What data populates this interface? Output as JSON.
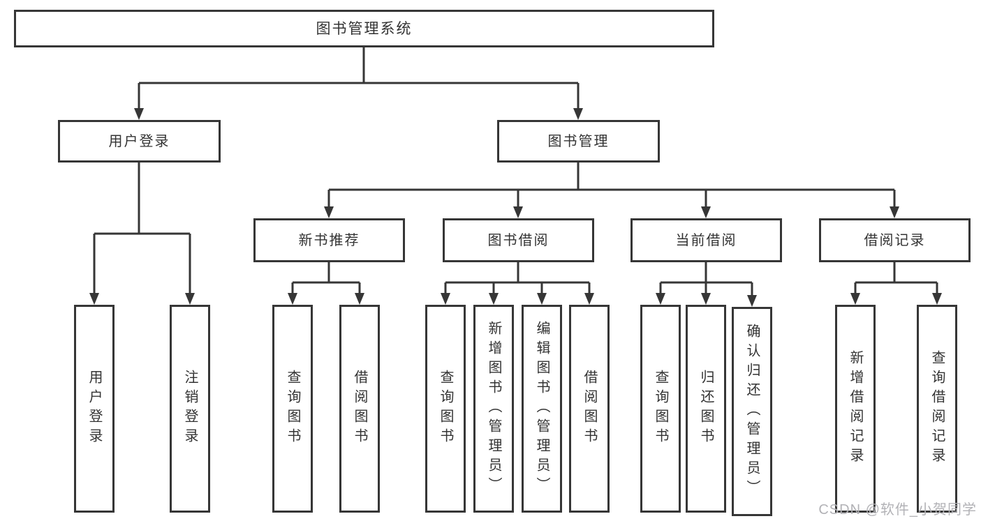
{
  "page": {
    "background": "#ffffff"
  },
  "colors": {
    "line": "#363636",
    "node_border": "#363636",
    "node_text": "#333333",
    "watermark": "#b2b2b6"
  },
  "watermark": "CSDN @软件_小贺同学",
  "tree": {
    "label": "图书管理系统",
    "children": [
      {
        "label": "用户登录",
        "children": [
          {
            "label": "用户登录"
          },
          {
            "label": "注销登录"
          }
        ]
      },
      {
        "label": "图书管理",
        "children": [
          {
            "label": "新书推荐",
            "children": [
              {
                "label": "查询图书"
              },
              {
                "label": "借阅图书"
              }
            ]
          },
          {
            "label": "图书借阅",
            "children": [
              {
                "label": "查询图书"
              },
              {
                "label": "新增图书（管理员）"
              },
              {
                "label": "编辑图书（管理员）"
              },
              {
                "label": "借阅图书"
              }
            ]
          },
          {
            "label": "当前借阅",
            "children": [
              {
                "label": "查询图书"
              },
              {
                "label": "归还图书"
              },
              {
                "label": "确认归还（管理员）"
              }
            ]
          },
          {
            "label": "借阅记录",
            "children": [
              {
                "label": "新增借阅记录"
              },
              {
                "label": "查询借阅记录"
              }
            ]
          }
        ]
      }
    ]
  }
}
